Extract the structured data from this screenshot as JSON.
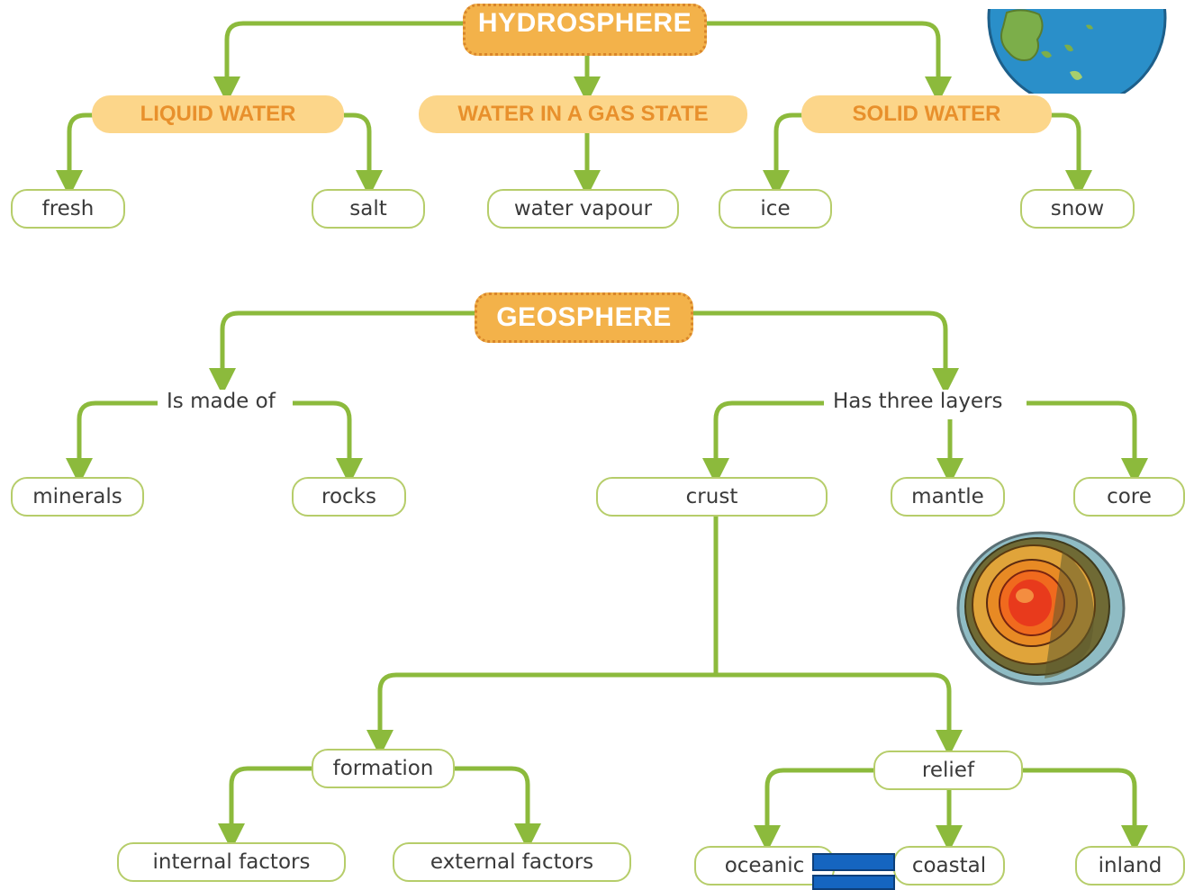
{
  "hydrosphere": {
    "title": "HYDROSPHERE",
    "liquid": {
      "label": "LIQUID WATER",
      "children": [
        "fresh",
        "salt"
      ]
    },
    "gas": {
      "label": "WATER IN A GAS STATE",
      "children": [
        "water vapour"
      ]
    },
    "solid": {
      "label": "SOLID WATER",
      "children": [
        "ice",
        "snow"
      ]
    }
  },
  "geosphere": {
    "title": "GEOSPHERE",
    "made_of": {
      "label": "Is made of",
      "children": [
        "minerals",
        "rocks"
      ]
    },
    "layers": {
      "label": "Has three layers",
      "children": [
        "crust",
        "mantle",
        "core"
      ]
    },
    "formation": {
      "label": "formation",
      "children": [
        "internal factors",
        "external factors"
      ]
    },
    "relief": {
      "label": "relief",
      "children": [
        "oceanic",
        "coastal",
        "inland"
      ]
    }
  },
  "colors": {
    "line": "#8cba3c",
    "header": "#f3b24a",
    "category_fill": "#fcd68a",
    "category_text": "#e8902c",
    "node_border": "#b6cd6a",
    "marker": "#1565c0"
  },
  "images": {
    "globe": "earth-globe-icon",
    "earth_layers": "earth-layers-icon"
  }
}
